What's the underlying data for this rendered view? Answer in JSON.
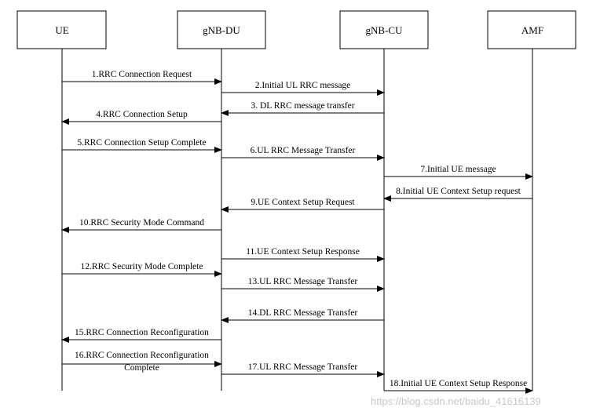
{
  "entities": [
    {
      "id": "ue",
      "label": "UE"
    },
    {
      "id": "du",
      "label": "gNB-DU"
    },
    {
      "id": "cu",
      "label": "gNB-CU"
    },
    {
      "id": "amf",
      "label": "AMF"
    }
  ],
  "messages": [
    {
      "num": 1,
      "from": "ue",
      "to": "du",
      "label": "1.RRC Connection Request"
    },
    {
      "num": 2,
      "from": "du",
      "to": "cu",
      "label": "2.Initial UL RRC message"
    },
    {
      "num": 3,
      "from": "cu",
      "to": "du",
      "label": "3. DL RRC message transfer"
    },
    {
      "num": 4,
      "from": "du",
      "to": "ue",
      "label": "4.RRC Connection Setup"
    },
    {
      "num": 5,
      "from": "ue",
      "to": "du",
      "label": "5.RRC Connection Setup Complete"
    },
    {
      "num": 6,
      "from": "du",
      "to": "cu",
      "label": "6.UL RRC Message Transfer"
    },
    {
      "num": 7,
      "from": "cu",
      "to": "amf",
      "label": "7.Initial UE message"
    },
    {
      "num": 8,
      "from": "amf",
      "to": "cu",
      "label": "8.Initial UE Context Setup request"
    },
    {
      "num": 9,
      "from": "cu",
      "to": "du",
      "label": "9.UE Context Setup Request"
    },
    {
      "num": 10,
      "from": "du",
      "to": "ue",
      "label": "10.RRC Security Mode Command"
    },
    {
      "num": 11,
      "from": "du",
      "to": "cu",
      "label": "11.UE Context Setup Response"
    },
    {
      "num": 12,
      "from": "ue",
      "to": "du",
      "label": "12.RRC Security Mode Complete"
    },
    {
      "num": 13,
      "from": "du",
      "to": "cu",
      "label": "13.UL RRC Message Transfer"
    },
    {
      "num": 14,
      "from": "cu",
      "to": "du",
      "label": "14.DL RRC Message Transfer"
    },
    {
      "num": 15,
      "from": "du",
      "to": "ue",
      "label": "15.RRC Connection Reconfiguration"
    },
    {
      "num": 16,
      "from": "ue",
      "to": "du",
      "label": "16.RRC Connection Reconfiguration",
      "label2": "Complete"
    },
    {
      "num": 17,
      "from": "du",
      "to": "cu",
      "label": "17.UL RRC Message Transfer"
    },
    {
      "num": 18,
      "from": "cu",
      "to": "amf",
      "label": "18.Initial UE Context Setup Response"
    }
  ],
  "watermark": "https://blog.csdn.net/baidu_41616139"
}
